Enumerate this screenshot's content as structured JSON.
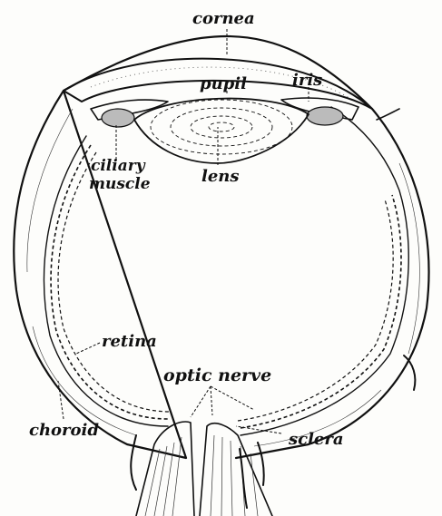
{
  "labels": {
    "cornea": "cornea",
    "pupil": "pupil",
    "iris": "iris",
    "ciliary_line1": "ciliary",
    "ciliary_line2": "muscle",
    "lens": "lens",
    "retina": "retina",
    "optic_nerve": "optic nerve",
    "choroid": "choroid",
    "sclera": "sclera"
  }
}
